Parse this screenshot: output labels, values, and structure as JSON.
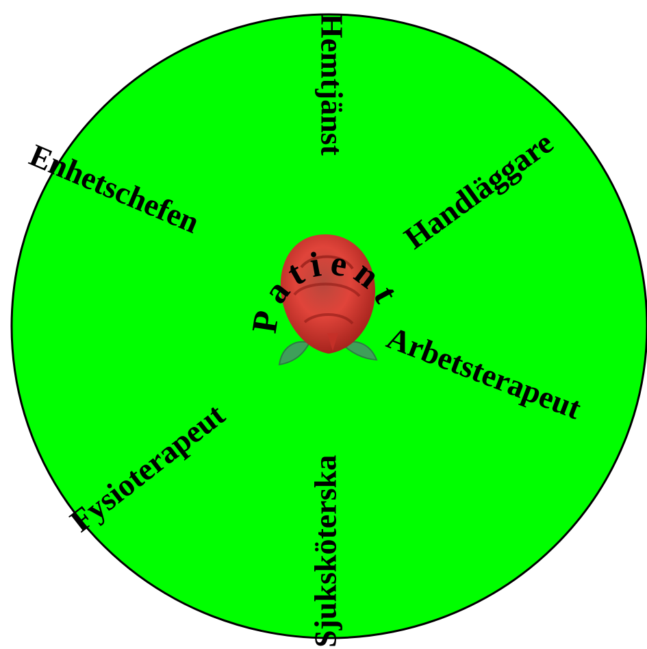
{
  "diagram": {
    "center_label": "Patient",
    "center_icon": "rose-icon",
    "roles": [
      {
        "id": "hemtjanst",
        "label": "Hemtjänst"
      },
      {
        "id": "handlaggare",
        "label": "Handläggare"
      },
      {
        "id": "arbetsterapeut",
        "label": "Arbetsterapeut"
      },
      {
        "id": "sjukskoterska",
        "label": "Sjuksköterska"
      },
      {
        "id": "fysioterapeut",
        "label": "Fysioterapeut"
      },
      {
        "id": "enhetschefen",
        "label": "Enhetschefen"
      }
    ]
  },
  "colors": {
    "wheel_fill": "#00FF00",
    "wheel_stroke": "#000000",
    "rose_petal": "#D8342C",
    "rose_dark": "#8E1B16",
    "leaf": "#3F9F5A",
    "text": "#000000"
  }
}
